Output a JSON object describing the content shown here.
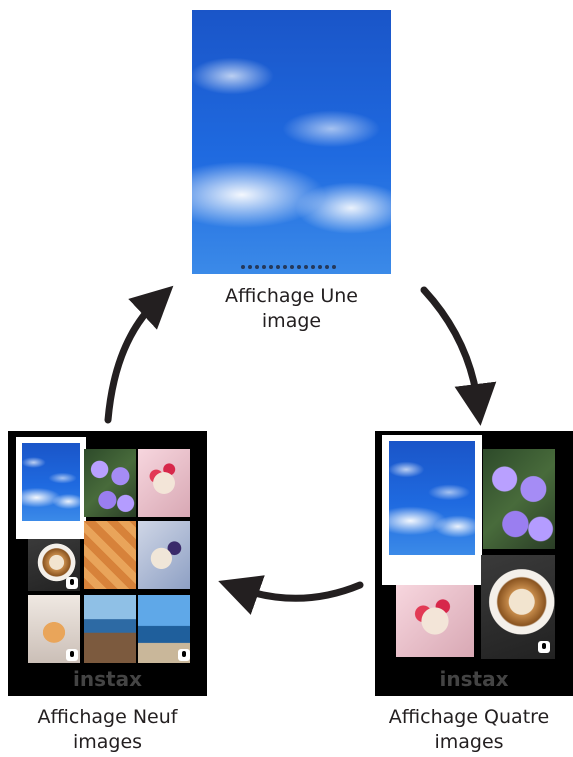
{
  "nodes": {
    "single": {
      "caption_line1": "Affichage Une",
      "caption_line2": "image"
    },
    "four": {
      "caption_line1": "Affichage Quatre",
      "caption_line2": "images",
      "brand": "instax"
    },
    "nine": {
      "caption_line1": "Affichage Neuf",
      "caption_line2": "images",
      "brand": "instax"
    }
  },
  "icons": [
    "microphone-icon",
    "arrow-icon"
  ],
  "colors": {
    "arrow": "#231f20",
    "panel": "#000000",
    "caption_text": "#231f20"
  }
}
